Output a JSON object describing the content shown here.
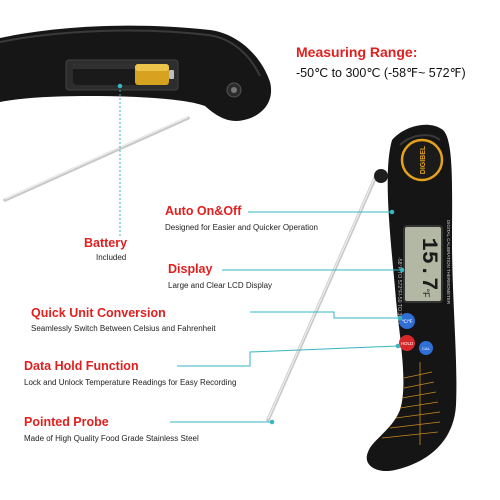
{
  "measuring_range": {
    "title": "Measuring Range:",
    "value": "-50℃ to 300℃ (-58℉~ 572℉)"
  },
  "features": {
    "auto": {
      "title": "Auto On&Off",
      "desc": "Designed for Easier and Quicker Operation"
    },
    "display": {
      "title": "Display",
      "desc": "Large and Clear LCD Display"
    },
    "unit": {
      "title": "Quick Unit Conversion",
      "desc": "Seamlessly Switch Between Celsius and Fahrenheit"
    },
    "hold": {
      "title": "Data Hold Function",
      "desc": "Lock and Unlock Temperature Readings for Easy Recording"
    },
    "probe": {
      "title": "Pointed Probe",
      "desc": "Made of  High Quality Food Grade Stainless Steel"
    },
    "battery": {
      "title": "Battery",
      "desc": "Included"
    }
  },
  "device": {
    "brand": "DIGIBEL",
    "lcd_value": "15.7",
    "lcd_unit": "°F",
    "body_label": "DIGITAL CALIBRATION THERMOMETER",
    "range_label": "-58°F TO 572°F/-50 TO 300°C",
    "button_unit": "℃/℉",
    "button_hold": "HOLD",
    "button_cal": "CAL"
  },
  "colors": {
    "accent_red": "#e01f1f",
    "leader_teal": "#37b6c0",
    "body_black": "#151515"
  }
}
